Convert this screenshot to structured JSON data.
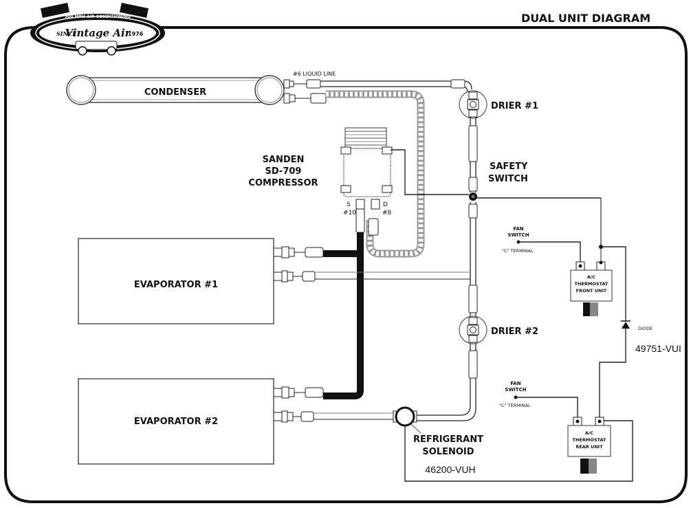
{
  "header": {
    "title": "DUAL UNIT DIAGRAM",
    "logo": {
      "top_text": "300 MPH AIR CONDITIONING",
      "brand": "Vintage Air",
      "since": "SINCE",
      "year": "1976"
    }
  },
  "components": {
    "condenser": "CONDENSER",
    "liquid_line": "#6 LIQUID LINE",
    "drier1": "DRIER #1",
    "drier2": "DRIER #2",
    "compressor": [
      "SANDEN",
      "SD-709",
      "COMPRESSOR"
    ],
    "suction_port": "S",
    "suction_size": "#10",
    "discharge_port": "D",
    "discharge_size": "#8",
    "safety_switch": [
      "SAFETY",
      "SWITCH"
    ],
    "evaporator1": "EVAPORATOR #1",
    "evaporator2": "EVAPORATOR #2",
    "solenoid": [
      "REFRIGERANT",
      "SOLENOID"
    ],
    "solenoid_part": "46200-VUH",
    "fan_switch_front": [
      "FAN",
      "SWITCH"
    ],
    "c_terminal_front": "\"C\" TERMINAL",
    "fan_switch_rear": [
      "FAN",
      "SWITCH"
    ],
    "c_terminal_rear": "\"C\" TERMINAL",
    "thermostat_front": [
      "A/C",
      "THERMOSTAT",
      "FRONT UNIT"
    ],
    "thermostat_rear": [
      "A/C",
      "THERMOSTAT",
      "REAR UNIT"
    ],
    "diode": "DIODE",
    "diode_part": "49751-VUI"
  }
}
